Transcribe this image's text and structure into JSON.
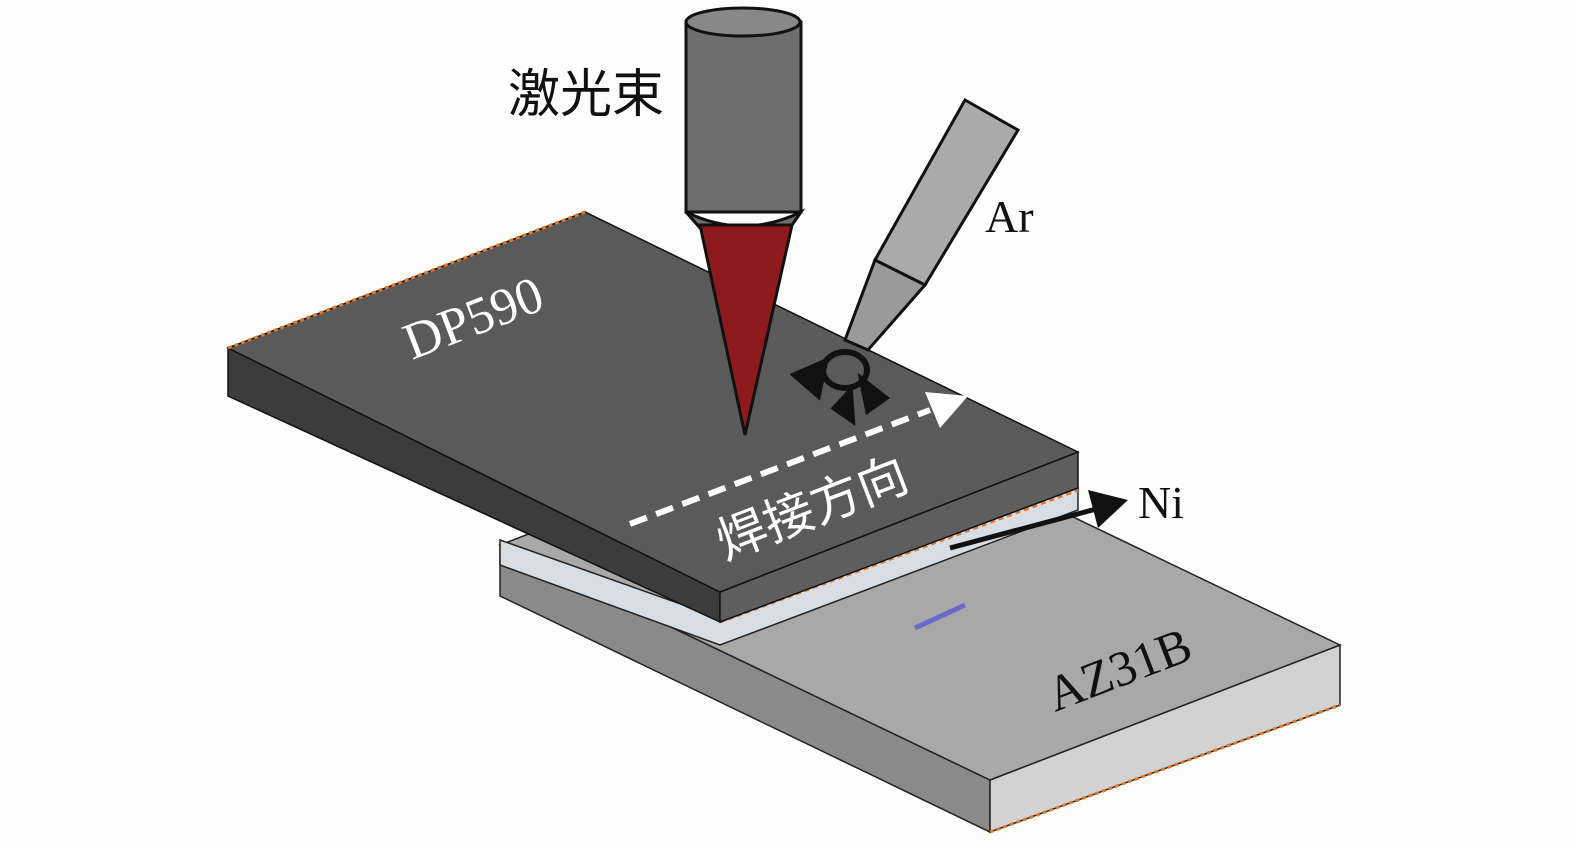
{
  "labels": {
    "laser_beam": "激光束",
    "shielding_gas": "Ar",
    "top_plate": "DP590",
    "welding_direction": "焊接方向",
    "interlayer": "Ni",
    "bottom_plate": "AZ31B"
  },
  "colors": {
    "top_plate_top": "#5a5a5a",
    "top_plate_side": "#3e3e3e",
    "bottom_plate_top": "#a6a6a6",
    "bottom_plate_side": "#8c8c8c",
    "laser_cone": "#8e1a1e",
    "nickel_layer": "#d8dde3",
    "edge_highlight": "#e07a2a"
  }
}
